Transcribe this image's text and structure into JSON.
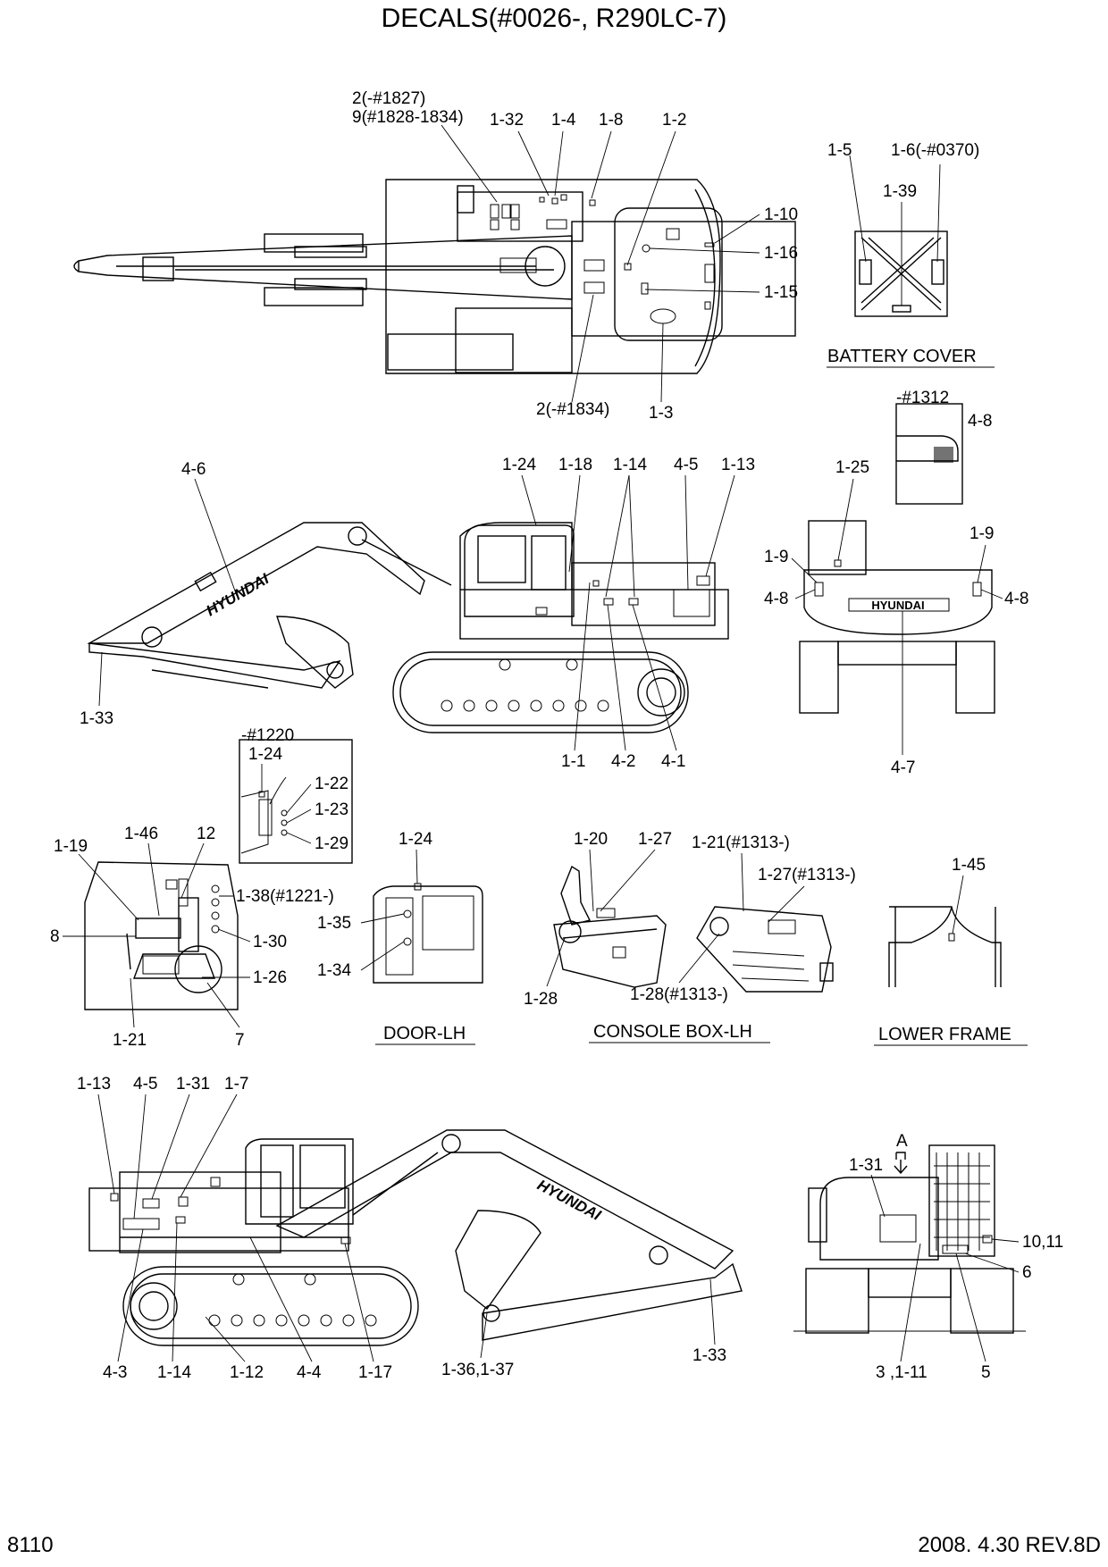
{
  "title": "DECALS(#0026-, R290LC-7)",
  "footer": {
    "page_number": "8110",
    "date_revision": "2008. 4.30 REV.8D"
  },
  "captions": {
    "battery_cover": "BATTERY COVER",
    "door_lh": "DOOR-LH",
    "console_box_lh": "CONSOLE BOX-LH",
    "lower_frame": "LOWER FRAME"
  },
  "brand_mark": "HYUNDAI",
  "callouts": {
    "top_view": {
      "c_2_1827": "2(-#1827)",
      "c_9_1828": "9(#1828-1834)",
      "c_1_32": "1-32",
      "c_1_4": "1-4",
      "c_1_8": "1-8",
      "c_1_2": "1-2",
      "c_1_10": "1-10",
      "c_1_16": "1-16",
      "c_1_15": "1-15",
      "c_2_1834": "2(-#1834)",
      "c_1_3": "1-3"
    },
    "battery": {
      "c_1_5": "1-5",
      "c_1_6": "1-6(-#0370)",
      "c_1_39": "1-39"
    },
    "left_side": {
      "c_4_6": "4-6",
      "c_1_24": "1-24",
      "c_1_18": "1-18",
      "c_1_14": "1-14",
      "c_4_5": "4-5",
      "c_1_13": "1-13",
      "c_1_33": "1-33",
      "c_1_1": "1-1",
      "c_4_2": "4-2",
      "c_4_1": "4-1"
    },
    "rear_view": {
      "c_1312": "-#1312",
      "c_4_8_top": "4-8",
      "c_1_25": "1-25",
      "c_1_9_l": "1-9",
      "c_1_9_r": "1-9",
      "c_4_8_l": "4-8",
      "c_4_8_r": "4-8",
      "c_4_7": "4-7"
    },
    "cab_inset": {
      "c_1220": "-#1220",
      "c_1_24": "1-24",
      "c_1_22": "1-22",
      "c_1_23": "1-23",
      "c_1_29": "1-29"
    },
    "cab_interior": {
      "c_1_19": "1-19",
      "c_1_46": "1-46",
      "c_12": "12",
      "c_8": "8",
      "c_1_38": "1-38(#1221-)",
      "c_1_30": "1-30",
      "c_1_26": "1-26",
      "c_1_21": "1-21",
      "c_7": "7"
    },
    "door": {
      "c_1_24": "1-24",
      "c_1_35": "1-35",
      "c_1_34": "1-34"
    },
    "console": {
      "c_1_20": "1-20",
      "c_1_27": "1-27",
      "c_1_21_1313": "1-21(#1313-)",
      "c_1_27_1313": "1-27(#1313-)",
      "c_1_28": "1-28",
      "c_1_28_1313": "1-28(#1313-)"
    },
    "lower_frame": {
      "c_1_45": "1-45"
    },
    "right_side": {
      "c_1_13": "1-13",
      "c_4_5": "4-5",
      "c_1_31": "1-31",
      "c_1_7": "1-7",
      "c_4_3": "4-3",
      "c_1_14": "1-14",
      "c_1_12": "1-12",
      "c_4_4": "4-4",
      "c_1_17": "1-17",
      "c_1_36": "1-36,1-37",
      "c_1_33": "1-33"
    },
    "front_view": {
      "c_a": "A",
      "c_1_31": "1-31",
      "c_10_11": "10,11",
      "c_6": "6",
      "c_3_1_11": "3 ,1-11",
      "c_5": "5"
    }
  }
}
